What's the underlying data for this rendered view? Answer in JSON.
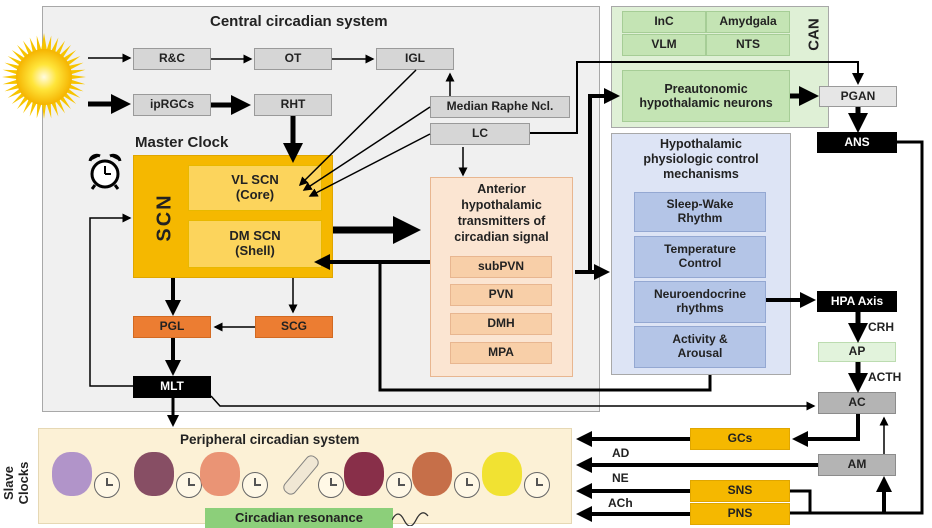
{
  "central": {
    "title": "Central circadian system",
    "rc": "R&C",
    "ot": "OT",
    "igl": "IGL",
    "iprgcs": "ipRGCs",
    "rht": "RHT",
    "median_raphe": "Median Raphe Ncl.",
    "lc": "LC",
    "master_clock": "Master Clock",
    "scn": "SCN",
    "vl_scn": "VL SCN",
    "vl_scn_sub": "(Core)",
    "dm_scn": "DM SCN",
    "dm_scn_sub": "(Shell)",
    "pgl": "PGL",
    "scg": "SCG",
    "mlt": "MLT"
  },
  "anterior": {
    "title_lines": [
      "Anterior",
      "hypothalamic",
      "transmitters of",
      "circadian signal"
    ],
    "items": [
      "subPVN",
      "PVN",
      "DMH",
      "MPA"
    ]
  },
  "can": {
    "label": "CAN",
    "cells": [
      "InC",
      "Amydgala",
      "VLM",
      "NTS"
    ],
    "preautonomic": [
      "Preautonomic",
      "hypothalamic neurons"
    ]
  },
  "hypothalamic": {
    "title_lines": [
      "Hypothalamic",
      "physiologic control",
      "mechanisms"
    ],
    "items": [
      [
        "Sleep-Wake",
        "Rhythm"
      ],
      [
        "Temperature",
        "Control"
      ],
      [
        "Neuroendocrine",
        "rhythms"
      ],
      [
        "Activity &",
        "Arousal"
      ]
    ]
  },
  "right_chain": {
    "pgan": "PGAN",
    "ans": "ANS",
    "hpa": "HPA Axis",
    "crh": "CRH",
    "ap": "AP",
    "acth": "ACTH",
    "ac": "AC",
    "am": "AM",
    "gcs": "GCs",
    "sns": "SNS",
    "pns": "PNS",
    "ad": "AD",
    "ne": "NE",
    "ach": "ACh"
  },
  "peripheral": {
    "title": "Peripheral circadian system",
    "side_label": "Slave Clocks",
    "resonance": "Circadian resonance",
    "organs": [
      "lymph-node",
      "liver",
      "muscle",
      "bone",
      "kidney",
      "heart",
      "adipose"
    ]
  },
  "colors": {
    "gold": "#f5b800",
    "orange": "#ec7d32",
    "peach": "#f8cfa8",
    "blue": "#b4c5e7",
    "green": "#c4e4b4",
    "gray": "#d6d6d6"
  }
}
